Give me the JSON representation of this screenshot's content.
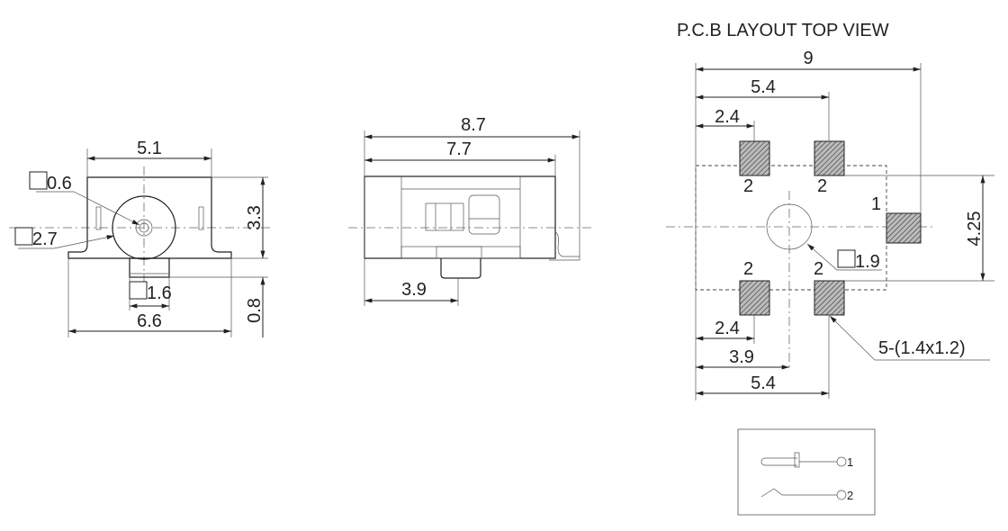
{
  "front_view": {
    "width_top": "5.1",
    "pin_dia": "0.6",
    "barrel_dia": "2.7",
    "height": "3.3",
    "bottom_height": "0.8",
    "boss_width": "1.6",
    "base_width": "6.6"
  },
  "side_view": {
    "overall_length": "8.7",
    "body_length": "7.7",
    "boss_offset": "3.9"
  },
  "pcb_layout": {
    "title": "P.C.B LAYOUT TOP VIEW",
    "overall_width": "9",
    "pad_span_top": "5.4",
    "pad_offset_top": "2.4",
    "pad_pitch_vertical": "4.25",
    "hole_dia": "1.9",
    "pad_offset_bottom": "2.4",
    "center_offset": "3.9",
    "pad_span_bottom": "5.4",
    "pad_spec": "5-(1.4x1.2)",
    "pad_labels": [
      "2",
      "2",
      "1",
      "2",
      "2"
    ]
  },
  "schematic": {
    "pin1": "1",
    "pin2": "2"
  }
}
